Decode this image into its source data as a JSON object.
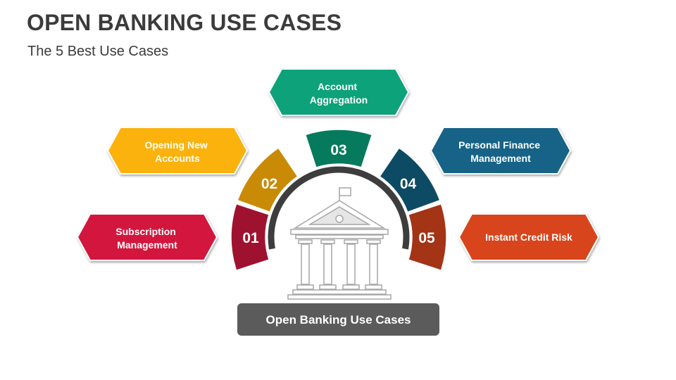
{
  "title": "OPEN BANKING USE CASES",
  "subtitle": "The 5 Best Use Cases",
  "center_label": "Open Banking Use Cases",
  "center_icon": "bank-building-icon",
  "use_cases": [
    {
      "number": "01",
      "label_lines": [
        "Subscription",
        "Management"
      ],
      "color": "#d3173d",
      "segment_color": "#9e1230"
    },
    {
      "number": "02",
      "label_lines": [
        "Opening New",
        "Accounts"
      ],
      "color": "#fcb210",
      "segment_color": "#c98a05"
    },
    {
      "number": "03",
      "label_lines": [
        "Account",
        "Aggregation"
      ],
      "color": "#07a27a",
      "segment_color": "#057a5c"
    },
    {
      "number": "04",
      "label_lines": [
        "Personal Finance",
        "Management"
      ],
      "color": "#136487",
      "segment_color": "#0d4a64"
    },
    {
      "number": "05",
      "label_lines": [
        "Instant Credit Risk"
      ],
      "color": "#d8451c",
      "segment_color": "#a33415"
    }
  ],
  "colors": {
    "text_dark": "#3b3b3b",
    "center_box": "#5b5b5b",
    "ring": "#3d3d3d",
    "icon_stroke": "#a6a6a6"
  }
}
